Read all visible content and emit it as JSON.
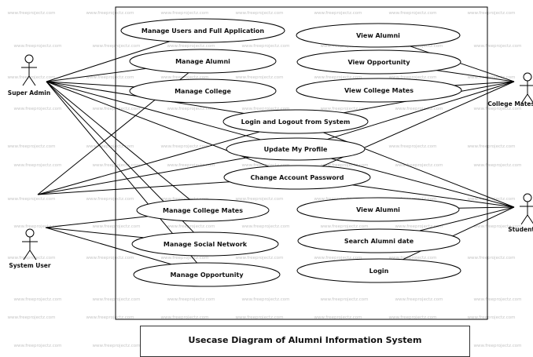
{
  "diagram": {
    "title": "Usecase Diagram of Alumni Information System",
    "watermark": "www.freeprojectz.com",
    "colors": {
      "line": "#000000",
      "ellipse_fill": "#ffffff",
      "watermark": "#c4c4c4"
    }
  },
  "actors": [
    {
      "id": "super_admin",
      "label": "Super Admin"
    },
    {
      "id": "system_user",
      "label": "System User"
    },
    {
      "id": "college_mates",
      "label": "College Mates"
    },
    {
      "id": "student",
      "label": "Student"
    }
  ],
  "use_cases": [
    {
      "id": "uc1",
      "label": "Manage Users and Full Application"
    },
    {
      "id": "uc2",
      "label": "Manage Alumni"
    },
    {
      "id": "uc3",
      "label": "Manage College"
    },
    {
      "id": "uc4",
      "label": "Login and Logout from System"
    },
    {
      "id": "uc5",
      "label": "Update My Profile"
    },
    {
      "id": "uc6",
      "label": "Change Account Password"
    },
    {
      "id": "uc7",
      "label": "Manage College Mates"
    },
    {
      "id": "uc8",
      "label": "Manage Social Network"
    },
    {
      "id": "uc9",
      "label": "Manage Opportunity"
    },
    {
      "id": "uc10",
      "label": "View Alumni"
    },
    {
      "id": "uc11",
      "label": "View Opportunity"
    },
    {
      "id": "uc12",
      "label": "View College Mates"
    },
    {
      "id": "uc13",
      "label": "View Alumni"
    },
    {
      "id": "uc14",
      "label": "Search Alumni date"
    },
    {
      "id": "uc15",
      "label": "Login"
    }
  ],
  "associations": [
    [
      "super_admin",
      "uc1"
    ],
    [
      "super_admin",
      "uc2"
    ],
    [
      "super_admin",
      "uc3"
    ],
    [
      "super_admin",
      "uc4"
    ],
    [
      "super_admin",
      "uc5"
    ],
    [
      "super_admin",
      "uc6"
    ],
    [
      "super_admin",
      "uc7"
    ],
    [
      "super_admin",
      "uc8"
    ],
    [
      "super_admin",
      "uc9"
    ],
    [
      "system_user",
      "uc2"
    ],
    [
      "system_user",
      "uc4"
    ],
    [
      "system_user",
      "uc5"
    ],
    [
      "system_user",
      "uc6"
    ],
    [
      "system_user",
      "uc7"
    ],
    [
      "system_user",
      "uc8"
    ],
    [
      "system_user",
      "uc9"
    ],
    [
      "college_mates",
      "uc10"
    ],
    [
      "college_mates",
      "uc11"
    ],
    [
      "college_mates",
      "uc12"
    ],
    [
      "college_mates",
      "uc4"
    ],
    [
      "college_mates",
      "uc5"
    ],
    [
      "college_mates",
      "uc6"
    ],
    [
      "student",
      "uc4"
    ],
    [
      "student",
      "uc5"
    ],
    [
      "student",
      "uc6"
    ],
    [
      "student",
      "uc13"
    ],
    [
      "student",
      "uc14"
    ],
    [
      "student",
      "uc15"
    ]
  ]
}
